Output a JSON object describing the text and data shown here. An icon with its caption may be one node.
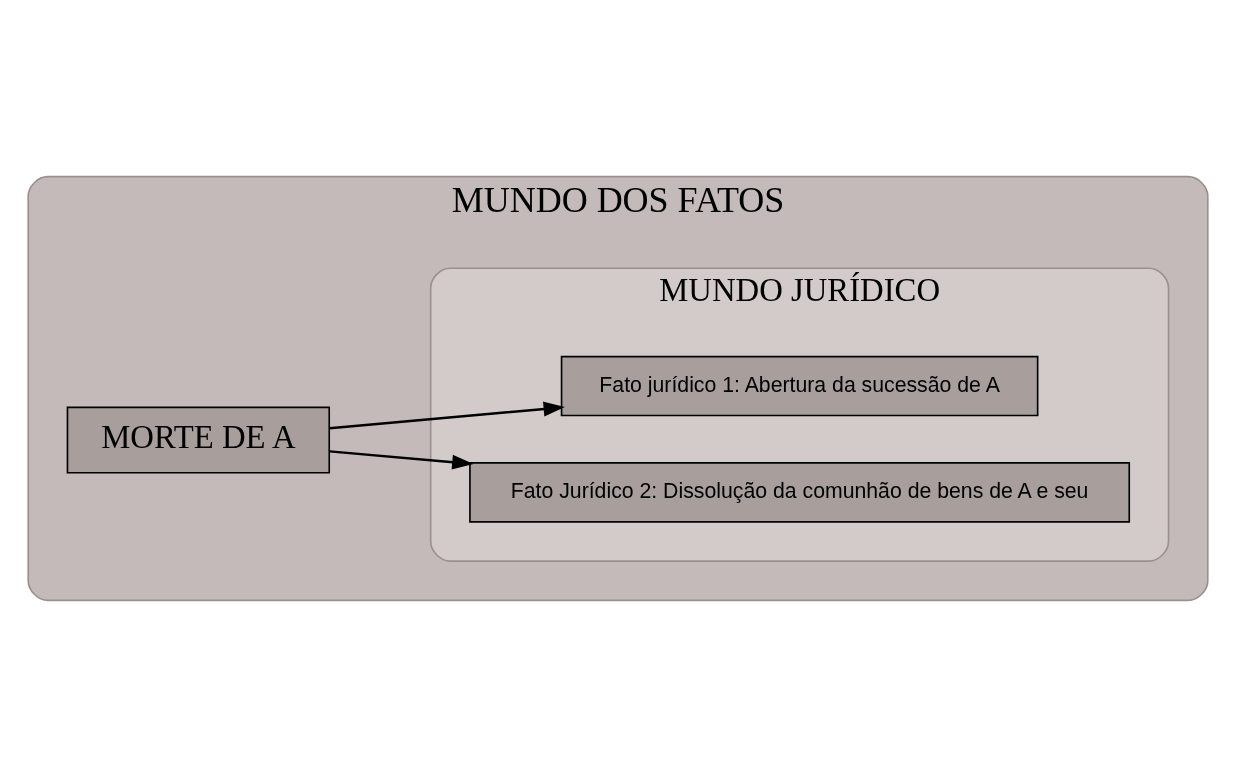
{
  "diagram": {
    "nodes": [
      {
        "text": [
          "MUNDO DOS FATOS"
        ]
      },
      {
        "text": [
          "MORTE DE A"
        ],
        "in": 0
      },
      {
        "text": [
          "MUNDO JURÍDICO"
        ],
        "in": 0
      },
      {
        "text": [
          "Fato jurídico 1: Abertura da sucessão de A"
        ],
        "in": 2
      },
      {
        "text": [
          "Fato Jurídico 2: Dissolução da comunhão de bens de A e seu"
        ],
        "in": 2
      }
    ],
    "edges": [
      {
        "from": 1,
        "to": 3,
        "arrow": "to"
      },
      {
        "from": 1,
        "to": 4,
        "arrow": "to"
      }
    ]
  }
}
